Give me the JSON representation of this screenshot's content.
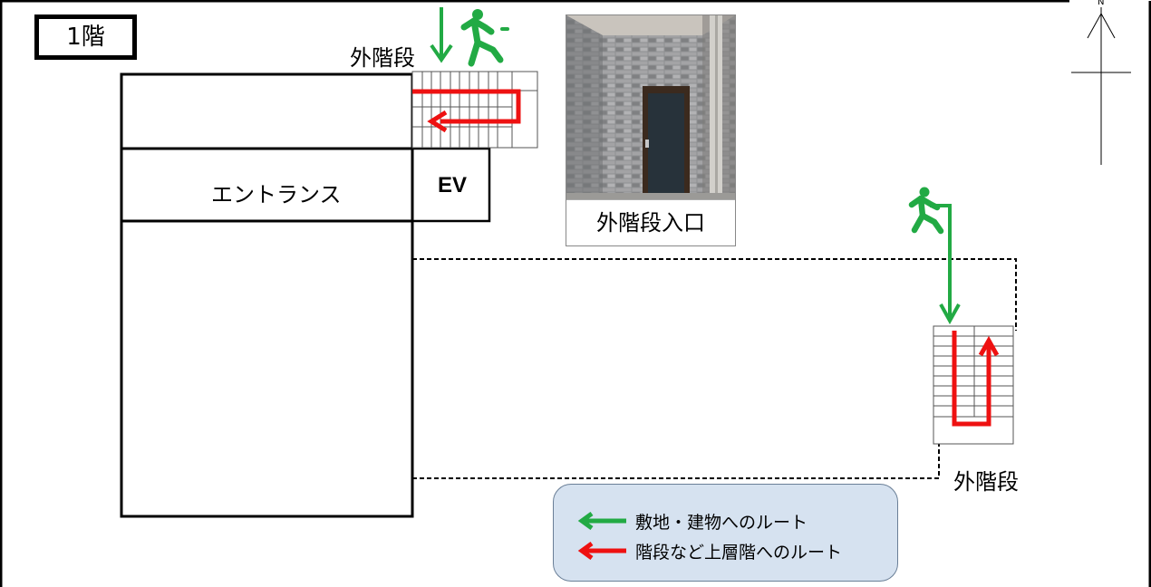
{
  "floor_label": "1階",
  "stair_label_top": "外階段",
  "stair_label_right": "外階段",
  "entrance_label": "エントランス",
  "ev_label": "EV",
  "photo_caption": "外階段入口",
  "compass_label": "N",
  "legend": {
    "items": [
      {
        "label": "敷地・建物へのルート",
        "color": "#22aa44"
      },
      {
        "label": "階段など上層階へのルート",
        "color": "#ee1111"
      }
    ]
  },
  "colors": {
    "route_green": "#22aa44",
    "route_red": "#ee1111",
    "legend_bg": "#d6e2f0"
  }
}
